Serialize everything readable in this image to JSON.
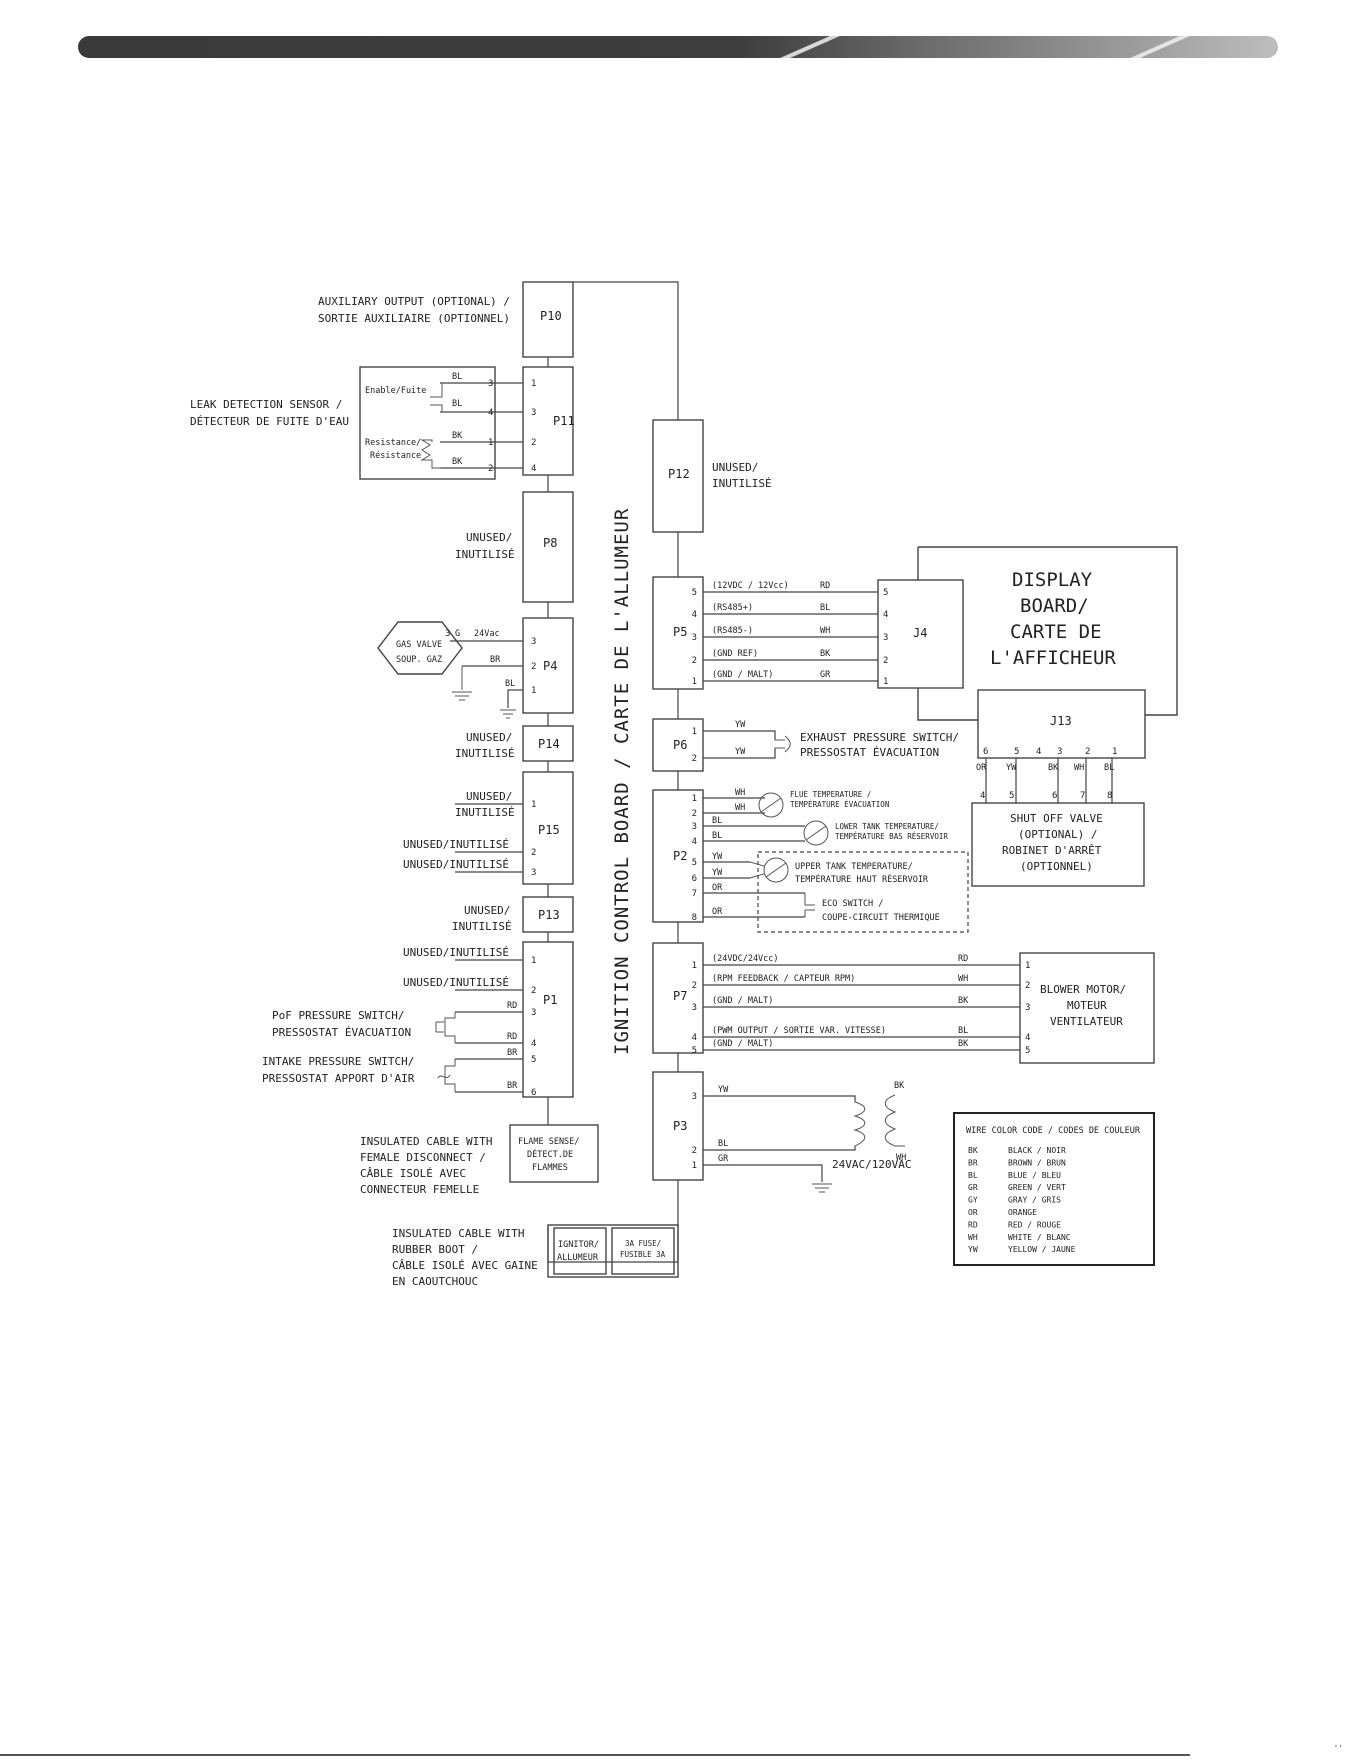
{
  "board_title": "IGNITION CONTROL BOARD / CARTE DE  L'ALLUMEUR",
  "connectors": {
    "P10": "P10",
    "P11": "P11",
    "P8": "P8",
    "P4": "P4",
    "P14": "P14",
    "P15": "P15",
    "P13": "P13",
    "P1": "P1",
    "P12": "P12",
    "P5": "P5",
    "P6": "P6",
    "P2": "P2",
    "P7": "P7",
    "P3": "P3",
    "J4": "J4",
    "J13": "J13"
  },
  "left": {
    "aux1": "AUXILIARY OUTPUT (OPTIONAL) /",
    "aux2": "SORTIE AUXILIAIRE (OPTIONNEL)",
    "leak1": "LEAK DETECTION SENSOR /",
    "leak2": "DÉTECTEUR DE FUITE D'EAU",
    "enable": "Enable/Fuite",
    "res1": "Resistance/",
    "res2": "Résistance",
    "unused1": "UNUSED/",
    "unused2": "INUTILISÉ",
    "unused_inline": "UNUSED/INUTILISÉ",
    "gas1": "GAS VALVE",
    "gas2": "SOUP. GAZ",
    "v24": "24Vac",
    "pof1": "PoF PRESSURE SWITCH/",
    "pof2": "PRESSOSTAT ÉVACUATION",
    "intake1": "INTAKE PRESSURE SWITCH/",
    "intake2": "PRESSOSTAT APPORT D'AIR",
    "cable1a": "INSULATED CABLE WITH",
    "cable1b": "FEMALE DISCONNECT /",
    "cable1c": "CÂBLE ISOLÉ AVEC",
    "cable1d": "CONNECTEUR FEMELLE",
    "cable2a": "INSULATED CABLE WITH",
    "cable2b": "RUBBER BOOT /",
    "cable2c": "CÂBLE ISOLÉ AVEC GAINE",
    "cable2d": "EN CAOUTCHOUC",
    "flame1": "FLAME SENSE/",
    "flame2": "DÉTECT.DE",
    "flame3": "FLAMMES",
    "ign1": "IGNITOR/",
    "ign2": "ALLUMEUR",
    "fuse1": "3A FUSE/",
    "fuse2": "FUSIBLE 3A"
  },
  "right": {
    "display1": "DISPLAY",
    "display2": "BOARD/",
    "display3": "CARTE DE",
    "display4": "L'AFFICHEUR",
    "p5_s5": "(12VDC / 12Vcc)",
    "p5_s4": "(RS485+)",
    "p5_s3": "(RS485-)",
    "p5_s2": "(GND REF)",
    "p5_s1": "(GND / MALT)",
    "exhaust1": "EXHAUST PRESSURE SWITCH/",
    "exhaust2": "PRESSOSTAT ÉVACUATION",
    "flue1": "FLUE TEMPERATURE /",
    "flue2": "TEMPÉRATURE ÉVACUATION",
    "lower1": "LOWER TANK TEMPERATURE/",
    "lower2": "TEMPÉRATURE BAS RÉSERVOIR",
    "upper1": "UPPER TANK TEMPERATURE/",
    "upper2": "TEMPÉRATURE HAUT RÉSERVOIR",
    "eco1": "ECO SWITCH /",
    "eco2": "COUPE-CIRCUIT THERMIQUE",
    "shut1": "SHUT OFF VALVE",
    "shut2": "(OPTIONAL) /",
    "shut3": "ROBINET  D'ARRÊT",
    "shut4": "(OPTIONNEL)",
    "p7_s1": "(24VDC/24Vcc)",
    "p7_s2": "(RPM FEEDBACK / CAPTEUR RPM)",
    "p7_s3": "(GND / MALT)",
    "p7_s4": "(PWM OUTPUT / SORTIE  VAR. VITESSE)",
    "p7_s5": "(GND / MALT)",
    "blower1": "BLOWER MOTOR/",
    "blower2": "MOTEUR",
    "blower3": "VENTILATEUR",
    "trans": "24VAC/120VAC"
  },
  "colors": {
    "BK": "BK",
    "BR": "BR",
    "BL": "BL",
    "GR": "GR",
    "GY": "GY",
    "OR": "OR",
    "RD": "RD",
    "WH": "WH",
    "YW": "YW",
    "G": "G"
  },
  "legend": {
    "title": "WIRE COLOR CODE / CODES DE COULEUR",
    "rows": [
      [
        "BK",
        "BLACK / NOIR"
      ],
      [
        "BR",
        "BROWN / BRUN"
      ],
      [
        "BL",
        "BLUE / BLEU"
      ],
      [
        "GR",
        "GREEN / VERT"
      ],
      [
        "GY",
        "GRAY / GRIS"
      ],
      [
        "OR",
        "ORANGE"
      ],
      [
        "RD",
        "RED / ROUGE"
      ],
      [
        "WH",
        "WHITE / BLANC"
      ],
      [
        "YW",
        "YELLOW / JAUNE"
      ]
    ]
  }
}
